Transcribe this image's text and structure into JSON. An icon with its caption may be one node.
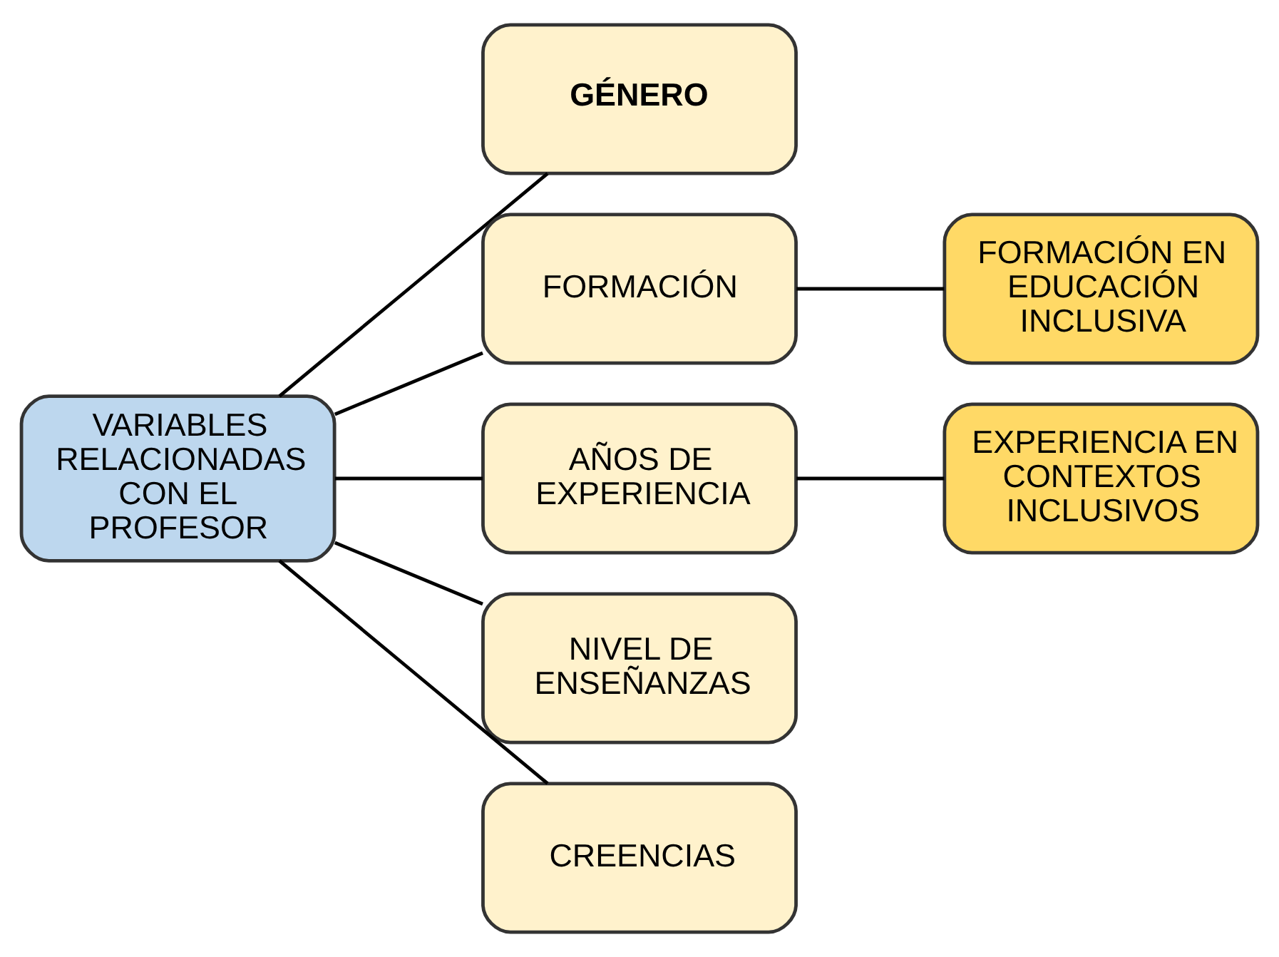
{
  "diagram": {
    "nodes": [
      {
        "text": [
          "VARIABLES RELACIONADAS CON EL PROFESOR"
        ]
      },
      {
        "text": [
          "GÉNERO"
        ]
      },
      {
        "text": [
          "FORMACIÓN"
        ]
      },
      {
        "text": [
          "AÑOS DE EXPERIENCIA"
        ]
      },
      {
        "text": [
          "NIVEL DE ENSEÑANZAS"
        ]
      },
      {
        "text": [
          "CREENCIAS"
        ]
      },
      {
        "text": [
          "FORMACIÓN EN EDUCACIÓN INCLUSIVA"
        ]
      },
      {
        "text": [
          "EXPERIENCIA EN CONTEXTOS INCLUSIVOS"
        ]
      }
    ],
    "edges": [
      {
        "from": 0,
        "to": 1,
        "arrow": "none"
      },
      {
        "from": 0,
        "to": 2,
        "arrow": "none"
      },
      {
        "from": 0,
        "to": 3,
        "arrow": "none"
      },
      {
        "from": 0,
        "to": 4,
        "arrow": "none"
      },
      {
        "from": 0,
        "to": 5,
        "arrow": "none"
      },
      {
        "from": 2,
        "to": 6,
        "arrow": "none"
      },
      {
        "from": 3,
        "to": 7,
        "arrow": "none"
      }
    ]
  }
}
